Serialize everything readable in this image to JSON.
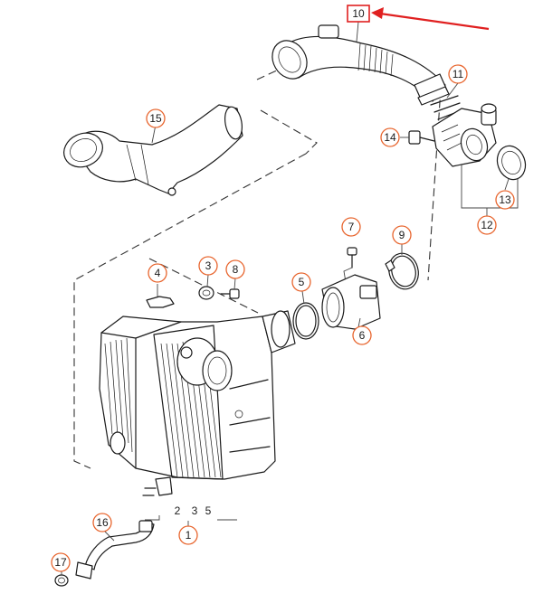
{
  "accent_color": "#e8652e",
  "highlight_color": "#e02020",
  "highlighted_part": "10",
  "callouts": [
    {
      "label": "10"
    },
    {
      "label": "11"
    },
    {
      "label": "15"
    },
    {
      "label": "14"
    },
    {
      "label": "13"
    },
    {
      "label": "12"
    },
    {
      "label": "7"
    },
    {
      "label": "9"
    },
    {
      "label": "4"
    },
    {
      "label": "3"
    },
    {
      "label": "8"
    },
    {
      "label": "5"
    },
    {
      "label": "6"
    },
    {
      "label": "2"
    },
    {
      "label": "3"
    },
    {
      "label": "5"
    },
    {
      "label": "1"
    },
    {
      "label": "16"
    },
    {
      "label": "17"
    }
  ]
}
